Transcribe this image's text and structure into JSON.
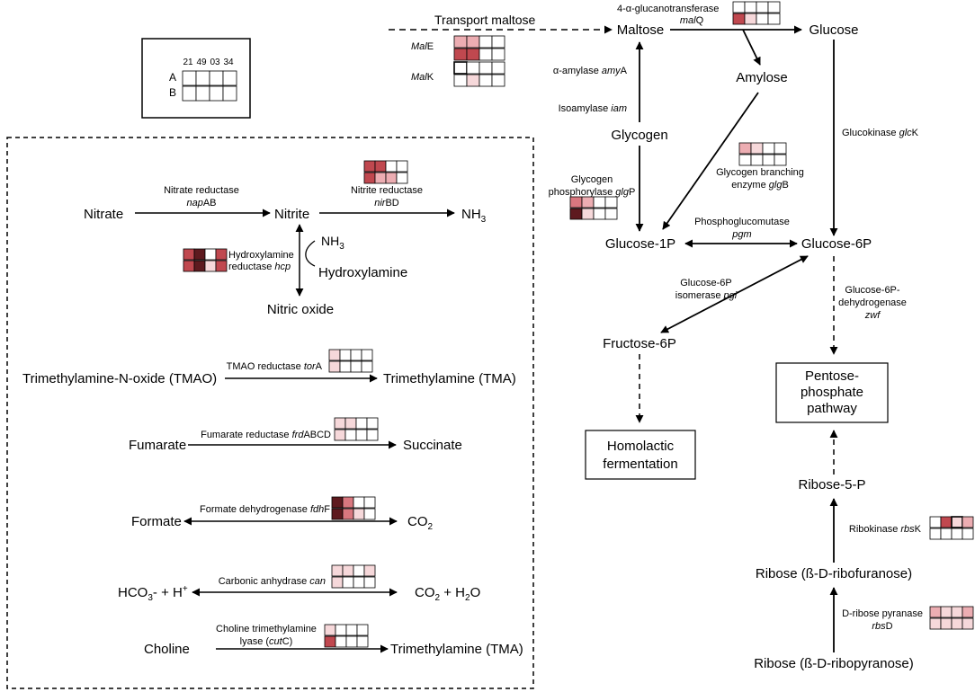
{
  "legend": {
    "columns": [
      "21",
      "49",
      "03",
      "34"
    ],
    "rows": [
      "A",
      "B"
    ]
  },
  "colors": {
    "c0": "#ffffff",
    "c1": "#f6d8da",
    "c2": "#ecadb2",
    "c3": "#d9777f",
    "c4": "#c0484f",
    "c5": "#5e1a1f"
  },
  "metabolites": {
    "maltose": "Maltose",
    "glucose": "Glucose",
    "amylose": "Amylose",
    "glycogen": "Glycogen",
    "glucose1p": "Glucose-1P",
    "glucose6p": "Glucose-6P",
    "fructose6p": "Fructose-6P",
    "homolactic_1": "Homolactic",
    "homolactic_2": "fermentation",
    "pentose_1": "Pentose-",
    "pentose_2": "phosphate",
    "pentose_3": "pathway",
    "ribose5p": "Ribose-5-P",
    "ribose_furanose": "Ribose (ß-D-ribofuranose)",
    "ribose_pyranose": "Ribose (ß-D-ribopyranose)",
    "nitrate": "Nitrate",
    "nitrite": "Nitrite",
    "nh3_main": "NH",
    "nh3_main_sub": "3",
    "nh3_side": "NH",
    "nh3_side_sub": "3",
    "hydroxylamine": "Hydroxylamine",
    "nitric_oxide": "Nitric oxide",
    "tmao": "Trimethylamine-N-oxide (TMAO)",
    "tma_1": "Trimethylamine (TMA)",
    "fumarate": "Fumarate",
    "succinate": "Succinate",
    "formate": "Formate",
    "co2_a": "CO",
    "co2_a_sub": "2",
    "hco3_a": "HCO",
    "hco3_a_sub": "3",
    "hco3_b": "- + H",
    "hco3_b_sup": "+",
    "co2_b": "CO",
    "co2_b_sub": "2",
    "co2_b_tail": " + H",
    "co2_b_sub2": "2",
    "co2_b_tail2": "O",
    "choline": "Choline",
    "tma_2": "Trimethylamine (TMA)"
  },
  "enzymes": {
    "transport_maltose": "Transport maltose",
    "male_i": "Mal",
    "male_r": "E",
    "malk_i": "Mal",
    "malk_r": "K",
    "glucano_1": "4-α-glucanotransferase",
    "glucano_2_i": "mal",
    "glucano_2_r": "Q",
    "amylase_r": "α-amylase ",
    "amylase_i": "amy",
    "amylase_r2": "A",
    "isoamylase_r": "Isoamylase ",
    "isoamylase_i": "iam",
    "glucokinase_r": "Glucokinase ",
    "glucokinase_i": "glc",
    "glucokinase_r2": "K",
    "branching_1": "Glycogen branching",
    "branching_2_r": "enzyme ",
    "branching_2_i": "glg",
    "branching_2_r2": "B",
    "phosphorylase_1": "Glycogen",
    "phosphorylase_2_r": "phosphorylase ",
    "phosphorylase_2_i": "glg",
    "phosphorylase_2_r2": "P",
    "pgm_1": "Phosphoglucomutase",
    "pgm_2": "pgm",
    "pgi_1": "Glucose-6P",
    "pgi_2_r": "isomerase ",
    "pgi_2_i": "pgi",
    "zwf_1": "Glucose-6P-",
    "zwf_2": "dehydrogenase",
    "zwf_3": "zwf",
    "rbsk_r": "Ribokinase ",
    "rbsk_i": "rbs",
    "rbsk_r2": "K",
    "rbsd_1": "D-ribose pyranase",
    "rbsd_2_i": "rbs",
    "rbsd_2_r": "D",
    "nap_1": "Nitrate reductase",
    "nap_2_i": "nap",
    "nap_2_r": "AB",
    "nir_1": "Nitrite reductase",
    "nir_2_i": "nir",
    "nir_2_r": "BD",
    "hcp_1": "Hydroxylamine",
    "hcp_2_r": "reductase ",
    "hcp_2_i": "hcp",
    "tor_r": "TMAO reductase ",
    "tor_i": "tor",
    "tor_r2": "A",
    "frd_r": "Fumarate reductase ",
    "frd_i": "frd",
    "frd_r2": "ABCD",
    "fdh_r": "Formate dehydrogenase ",
    "fdh_i": "fdh",
    "fdh_r2": "F",
    "can_r": "Carbonic anhydrase ",
    "can_i": "can",
    "cut_1": "Choline trimethylamine",
    "cut_2_r": "lyase (",
    "cut_2_i": "cut",
    "cut_2_r2": "C)"
  },
  "heatmaps": [
    {
      "id": "legend",
      "a": [
        0,
        0,
        0,
        0
      ],
      "b": [
        0,
        0,
        0,
        0
      ]
    },
    {
      "id": "malE",
      "a": [
        2,
        2,
        0,
        0
      ],
      "b": [
        4,
        4,
        0,
        0
      ]
    },
    {
      "id": "malK",
      "a": [
        0,
        0,
        0,
        0
      ],
      "b": [
        0,
        1,
        0,
        0
      ],
      "outline": [
        0
      ]
    },
    {
      "id": "malQ",
      "a": [
        0,
        0,
        0,
        0
      ],
      "b": [
        4,
        1,
        0,
        0
      ]
    },
    {
      "id": "glgB",
      "a": [
        2,
        1,
        0,
        0
      ],
      "b": [
        0,
        0,
        0,
        0
      ]
    },
    {
      "id": "glgP",
      "a": [
        3,
        2,
        0,
        0
      ],
      "b": [
        5,
        1,
        0,
        0
      ]
    },
    {
      "id": "rbsK",
      "a": [
        0,
        4,
        1,
        2
      ],
      "b": [
        0,
        0,
        0,
        0
      ],
      "outline": [
        2
      ]
    },
    {
      "id": "rbsD",
      "a": [
        2,
        1,
        1,
        2
      ],
      "b": [
        1,
        1,
        1,
        1
      ]
    },
    {
      "id": "nirBD",
      "a": [
        4,
        4,
        0,
        0
      ],
      "b": [
        4,
        2,
        2,
        0
      ]
    },
    {
      "id": "hcp",
      "a": [
        4,
        5,
        0,
        4
      ],
      "b": [
        4,
        5,
        1,
        4
      ]
    },
    {
      "id": "torA",
      "a": [
        1,
        0,
        0,
        0
      ],
      "b": [
        1,
        0,
        0,
        0
      ]
    },
    {
      "id": "frdABCD",
      "a": [
        1,
        1,
        0,
        0
      ],
      "b": [
        1,
        0,
        0,
        0
      ]
    },
    {
      "id": "fdhF",
      "a": [
        5,
        3,
        0,
        0
      ],
      "b": [
        5,
        3,
        1,
        0
      ]
    },
    {
      "id": "can",
      "a": [
        1,
        1,
        0,
        1
      ],
      "b": [
        1,
        0,
        0,
        0
      ]
    },
    {
      "id": "cutC",
      "a": [
        1,
        0,
        0,
        0
      ],
      "b": [
        4,
        0,
        0,
        0
      ]
    }
  ]
}
